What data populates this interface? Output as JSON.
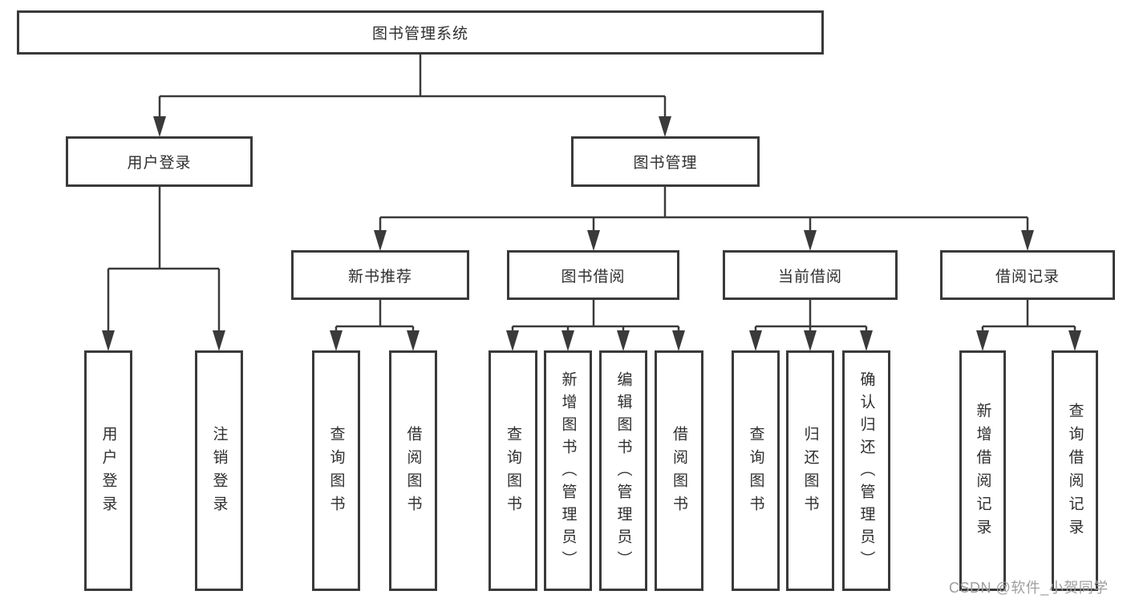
{
  "colors": {
    "background": "#ffffff",
    "line": "#3a3a3a",
    "box_border": "#3a3a3a",
    "text": "#2f2f2f",
    "watermark": "#9e9e9e"
  },
  "watermark": "CSDN @软件_小贺同学",
  "tree": {
    "label": "图书管理系统",
    "children": [
      {
        "label": "用户登录",
        "children": [
          {
            "label": "用户登录"
          },
          {
            "label": "注销登录"
          }
        ]
      },
      {
        "label": "图书管理",
        "children": [
          {
            "label": "新书推荐",
            "children": [
              {
                "label": "查询图书"
              },
              {
                "label": "借阅图书"
              }
            ]
          },
          {
            "label": "图书借阅",
            "children": [
              {
                "label": "查询图书"
              },
              {
                "label": "新增图书（管理员）"
              },
              {
                "label": "编辑图书（管理员）"
              },
              {
                "label": "借阅图书"
              }
            ]
          },
          {
            "label": "当前借阅",
            "children": [
              {
                "label": "查询图书"
              },
              {
                "label": "归还图书"
              },
              {
                "label": "确认归还（管理员）"
              }
            ]
          },
          {
            "label": "借阅记录",
            "children": [
              {
                "label": "新增借阅记录"
              },
              {
                "label": "查询借阅记录"
              }
            ]
          }
        ]
      }
    ]
  }
}
